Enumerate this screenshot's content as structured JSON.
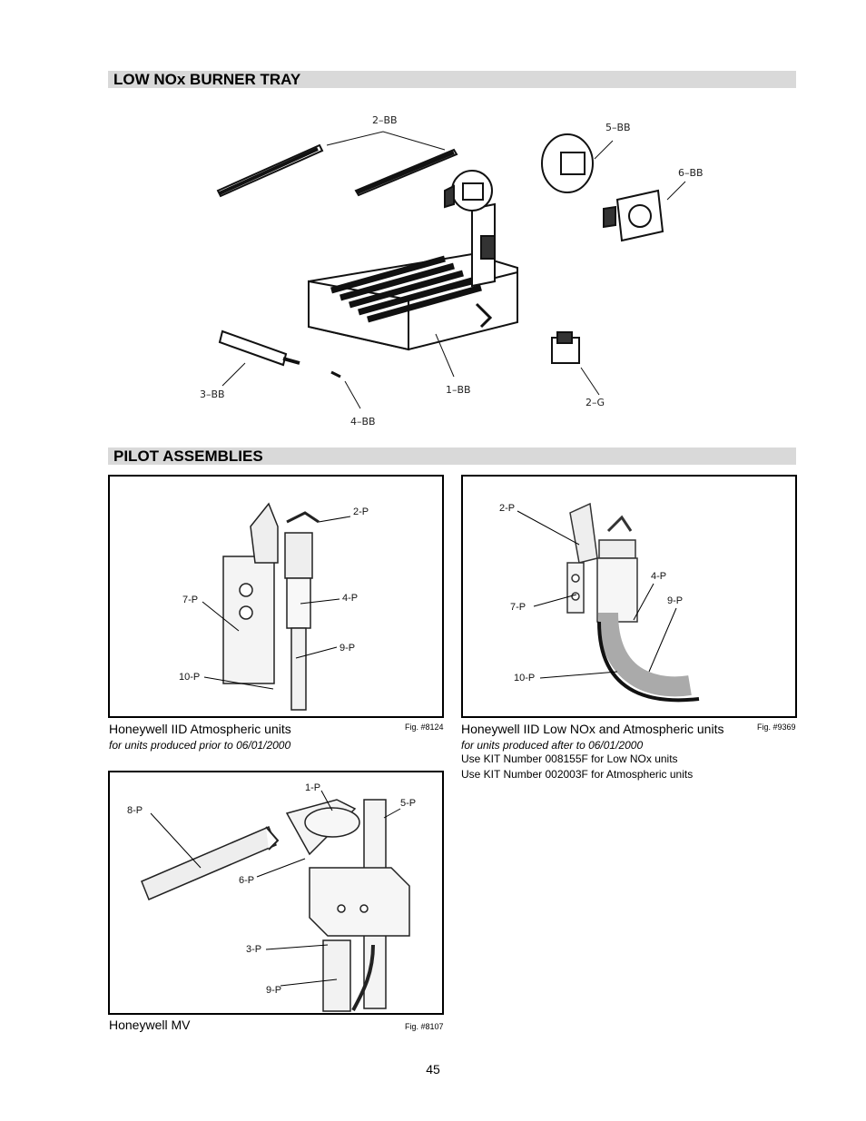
{
  "sections": {
    "burner_tray": "LOW NOx BURNER TRAY",
    "pilot": "PILOT ASSEMBLIES"
  },
  "burner_labels": {
    "bb2": "2–BB",
    "bb5": "5–BB",
    "bb6": "6–BB",
    "bb3": "3–BB",
    "bb4": "4–BB",
    "bb1": "1–BB",
    "g2": "2–G"
  },
  "pilot1": {
    "labels": {
      "p2": "2-P",
      "p7": "7-P",
      "p4": "4-P",
      "p9": "9-P",
      "p10": "10-P"
    },
    "caption": "Honeywell IID Atmospheric units",
    "sub": "for units produced prior to 06/01/2000",
    "fig": "Fig. #8124"
  },
  "pilot2": {
    "labels": {
      "p2": "2-P",
      "p4": "4-P",
      "p7": "7-P",
      "p9": "9-P",
      "p10": "10-P"
    },
    "caption": "Honeywell IID Low NOx and Atmospheric units",
    "sub": "for units produced after to 06/01/2000",
    "note1": "Use KIT Number 008155F for Low NOx units",
    "note2": "Use KIT Number 002003F for Atmospheric units",
    "fig": "Fig. #9369"
  },
  "pilot3": {
    "labels": {
      "p1": "1-P",
      "p8": "8-P",
      "p5": "5-P",
      "p6": "6-P",
      "p3": "3-P",
      "p9": "9-P"
    },
    "caption": "Honeywell MV",
    "fig": "Fig. #8107"
  },
  "page_number": "45"
}
